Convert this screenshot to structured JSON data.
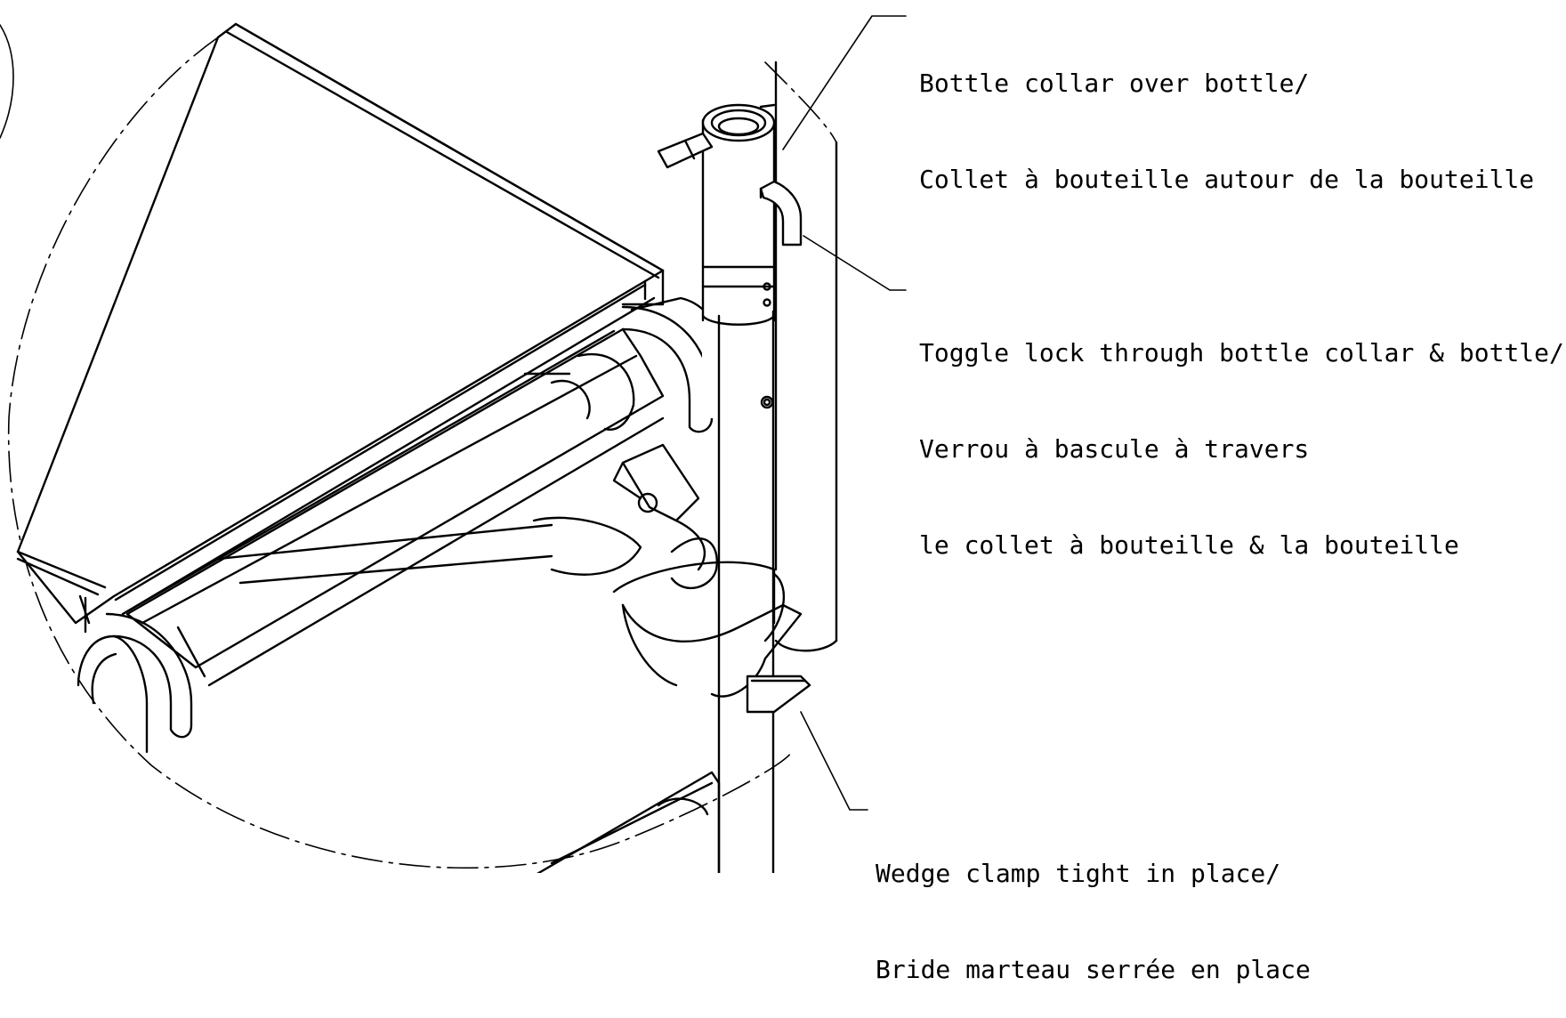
{
  "callouts": [
    {
      "id": "bottle-collar",
      "lines": [
        "Bottle collar over bottle/",
        "Collet à bouteille autour de la bouteille"
      ]
    },
    {
      "id": "toggle-lock",
      "lines": [
        "Toggle lock through bottle collar & bottle/",
        "Verrou à bascule à travers",
        "le collet à bouteille & la bouteille"
      ]
    },
    {
      "id": "wedge-clamp",
      "lines": [
        "Wedge clamp tight in place/",
        "Bride marteau serrée en place"
      ]
    }
  ],
  "colors": {
    "line": "#000000",
    "background": "#ffffff"
  }
}
